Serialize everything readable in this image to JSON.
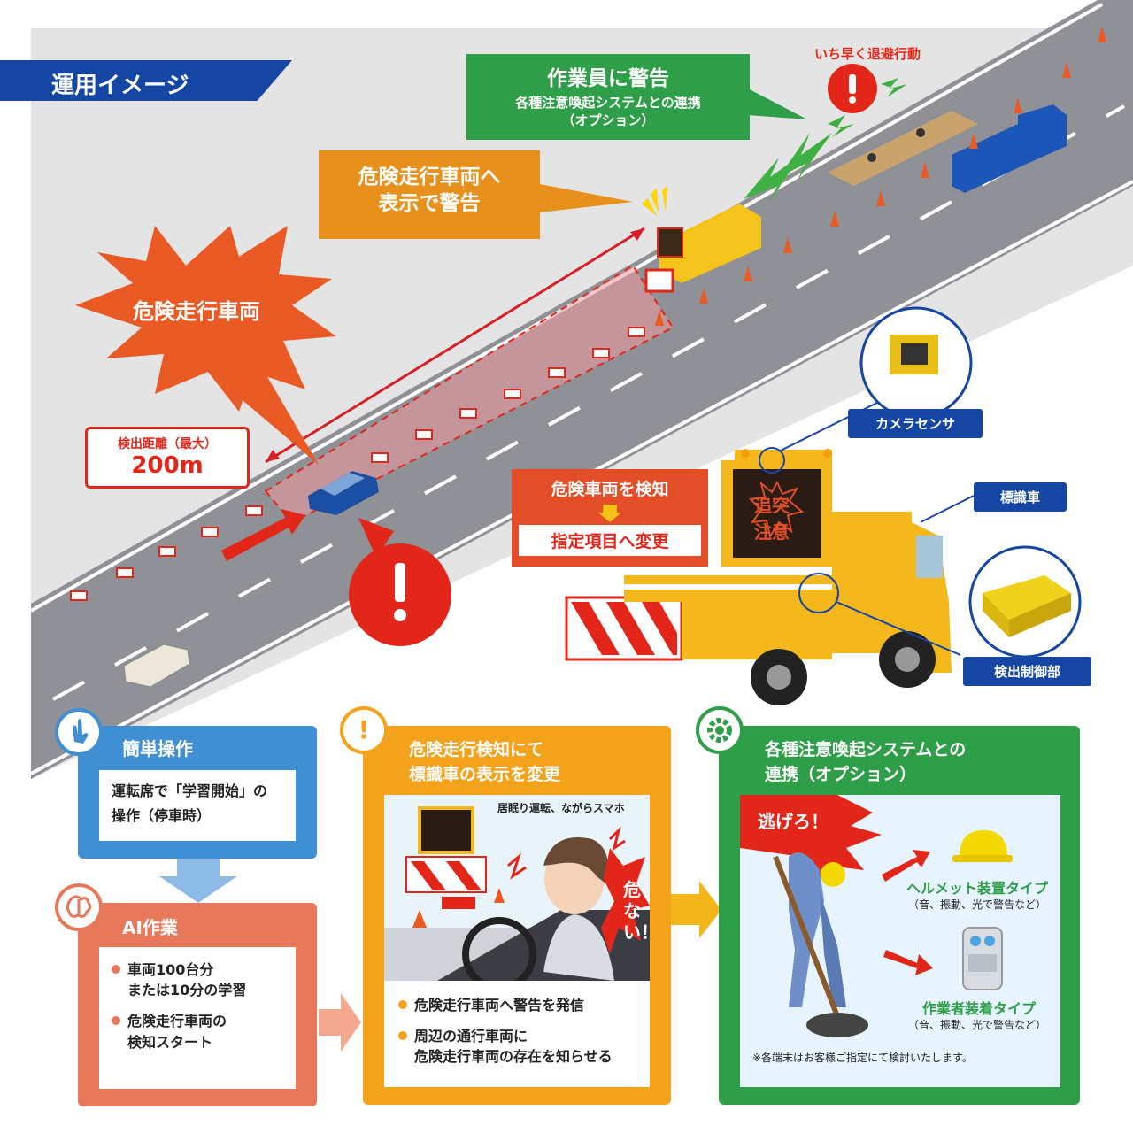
{
  "header": {
    "title": "運用イメージ"
  },
  "callouts": {
    "worker_warning_title": "作業員に警告",
    "worker_warning_sub1": "各種注意喚起システムとの連携",
    "worker_warning_sub2": "（オプション）",
    "escape_text": "いち早く退避行動",
    "display_warning_l1": "危険走行車両へ",
    "display_warning_l2": "表示で警告",
    "danger_vehicle": "危険走行車両",
    "distance_label": "検出距離（最大）",
    "distance_value": "200m",
    "detect_label": "危険車両を検知",
    "change_label": "指定項目へ変更",
    "sign_text_1": "追突",
    "sign_text_2": "注意"
  },
  "equipment_labels": {
    "camera": "カメラセンサ",
    "sign_truck": "標識車",
    "controller": "検出制御部"
  },
  "panels": {
    "easy": {
      "title": "簡単操作",
      "body_l1": "運転席で「学習開始」の",
      "body_l2": "操作（停車時）"
    },
    "ai": {
      "title": "AI作業",
      "item1_l1": "車両100台分",
      "item1_l2": "または10分の学習",
      "item2_l1": "危険走行車両の",
      "item2_l2": "検知スタート"
    },
    "detect": {
      "title_l1": "危険走行検知にて",
      "title_l2": "標識車の表示を変更",
      "scene_caption": "居眠り運転、ながらスマホ",
      "danger_text": "危ない！",
      "item1": "危険走行車両へ警告を発信",
      "item2_l1": "周辺の通行車両に",
      "item2_l2": "危険走行車両の存在を知らせる"
    },
    "link": {
      "title_l1": "各種注意喚起システムとの",
      "title_l2": "連携（オプション）",
      "run_text": "逃げろ！",
      "helmet_type": "ヘルメット装置タイプ",
      "helmet_note": "（音、振動、光で警告など）",
      "worker_type": "作業者装着タイプ",
      "worker_note": "（音、振動、光で警告など）",
      "footnote": "※各端末はお客様ご指定にて検討いたします。"
    }
  },
  "colors": {
    "navy": "#1646a3",
    "green": "#2e9e48",
    "orange": "#e7901c",
    "red": "#e2271a",
    "blue_panel": "#3f8fd2",
    "salmon_panel": "#e8785a"
  }
}
